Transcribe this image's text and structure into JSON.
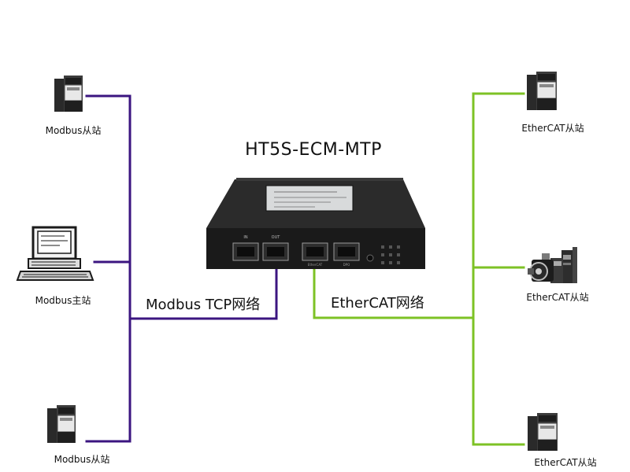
{
  "title": "HT5S-ECM-MTP",
  "networks": {
    "modbus": "Modbus TCP网络",
    "ethercat": "EtherCAT网络"
  },
  "left_nodes": [
    {
      "label": "Modbus从站",
      "icon": "drive-module-icon"
    },
    {
      "label": "Modbus主站",
      "icon": "computer-terminal-icon"
    },
    {
      "label": "Modbus从站",
      "icon": "drive-module-icon"
    }
  ],
  "right_nodes": [
    {
      "label": "EtherCAT从站",
      "icon": "drive-module-icon"
    },
    {
      "label": "EtherCAT从站",
      "icon": "servo-motor-icon"
    },
    {
      "label": "EtherCAT从站",
      "icon": "drive-module-icon"
    }
  ],
  "gateway": {
    "port_labels": [
      "IN",
      "OUT",
      "EtherCAT",
      "DPO"
    ],
    "icon": "gateway-device-icon"
  },
  "colors": {
    "modbus_line": "#3b1580",
    "ethercat_line": "#7dc225"
  }
}
